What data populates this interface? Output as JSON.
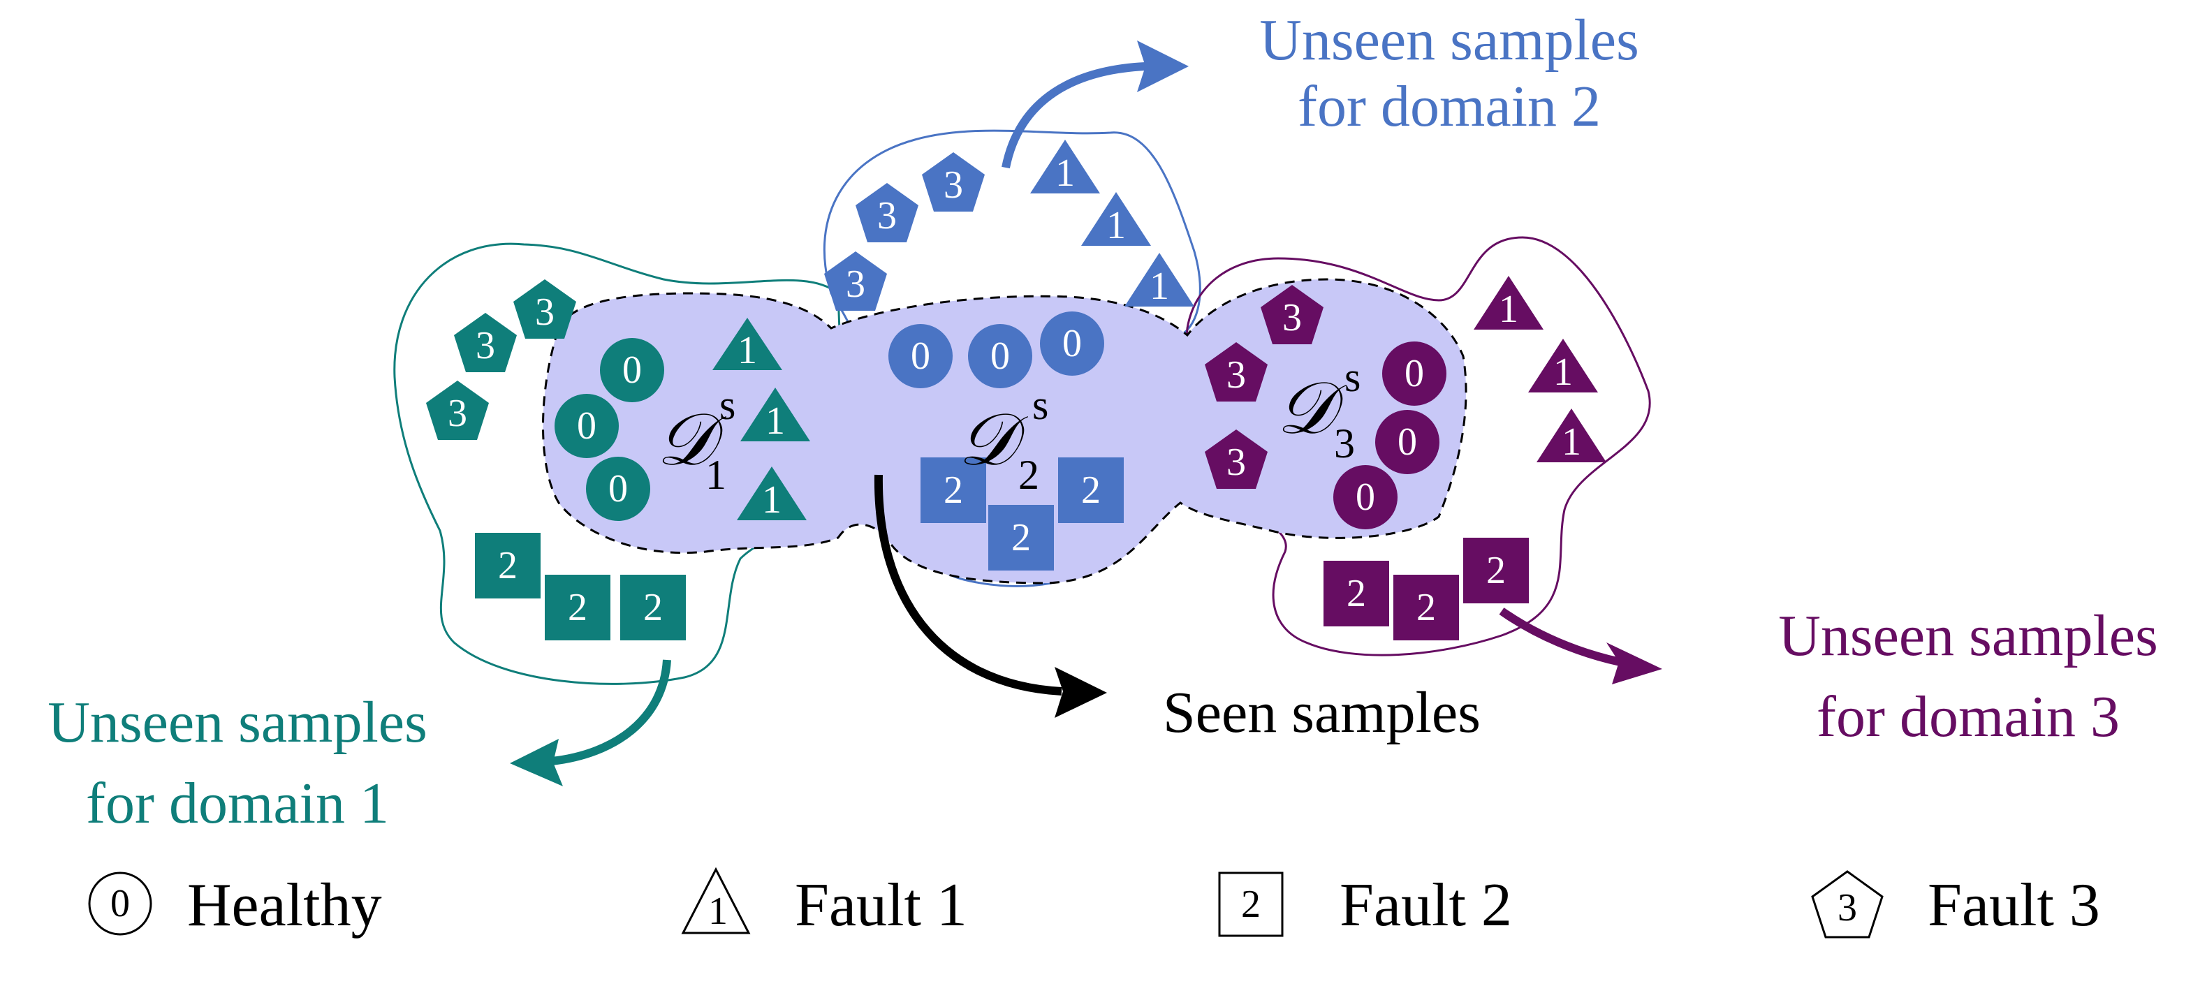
{
  "colors": {
    "domain1": "#0f7e7a",
    "domain2": "#4a74c4",
    "domain3": "#660d62",
    "seen_region": "#c8c8f7",
    "seen_arrow": "#000000"
  },
  "labels": {
    "unseen_domain2_line1": "Unseen samples",
    "unseen_domain2_line2": "for domain 2",
    "unseen_domain1_line1": "Unseen samples",
    "unseen_domain1_line2": "for domain 1",
    "unseen_domain3_line1": "Unseen samples",
    "unseen_domain3_line2": "for domain 3",
    "seen_samples": "Seen samples"
  },
  "domains": [
    {
      "symbol": "𝒟",
      "index": "1",
      "superscript": "s"
    },
    {
      "symbol": "𝒟",
      "index": "2",
      "superscript": "s"
    },
    {
      "symbol": "𝒟",
      "index": "3",
      "superscript": "s"
    }
  ],
  "legend": [
    {
      "shape": "circle",
      "number": "0",
      "label": "Healthy"
    },
    {
      "shape": "triangle",
      "number": "1",
      "label": "Fault 1"
    },
    {
      "shape": "square",
      "number": "2",
      "label": "Fault 2"
    },
    {
      "shape": "pentagon",
      "number": "3",
      "label": "Fault 3"
    }
  ]
}
